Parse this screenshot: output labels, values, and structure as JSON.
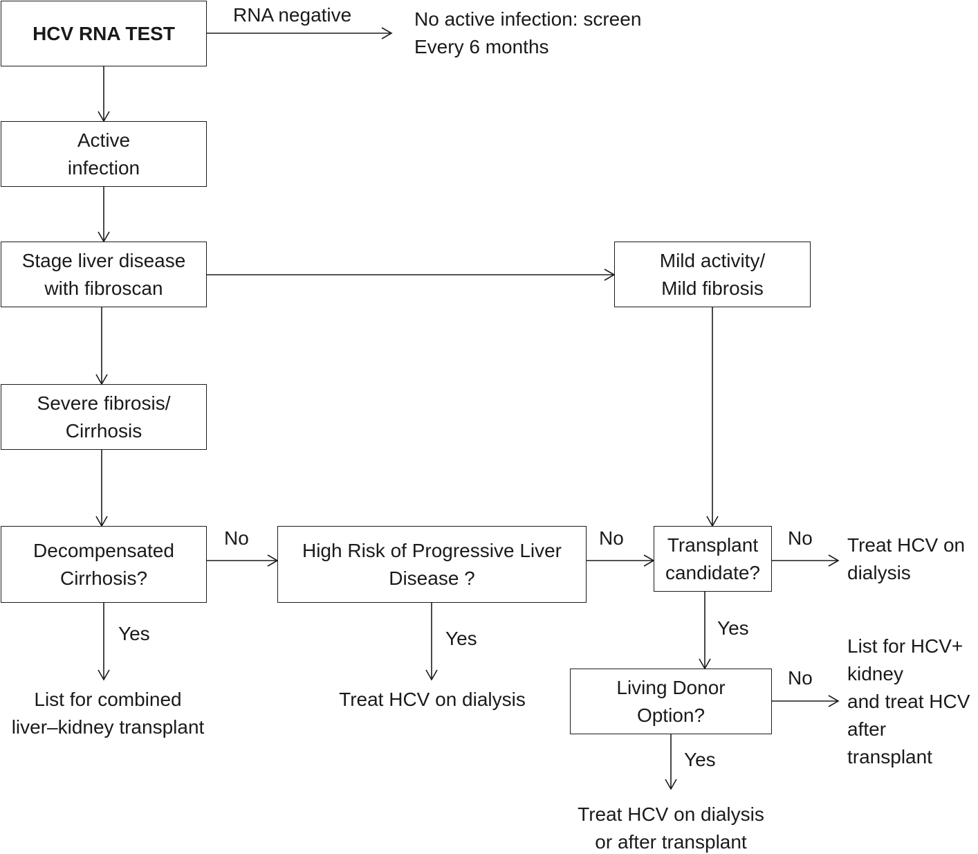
{
  "nodes": {
    "hcv_rna_test": "HCV RNA TEST",
    "active_infection": [
      "Active",
      "infection"
    ],
    "stage_liver": [
      "Stage liver disease",
      "with fibroscan"
    ],
    "mild_activity": [
      "Mild activity/",
      "Mild fibrosis"
    ],
    "severe_fibrosis": [
      "Severe fibrosis/",
      "Cirrhosis"
    ],
    "decompensated": [
      "Decompensated",
      "Cirrhosis?"
    ],
    "high_risk": [
      "High Risk of Progressive Liver",
      "Disease ?"
    ],
    "transplant_candidate": [
      "Transplant",
      "candidate?"
    ],
    "living_donor": [
      "Living Donor",
      "Option?"
    ]
  },
  "outcomes": {
    "no_active_infection": [
      "No active infection: screen",
      "Every 6 months"
    ],
    "list_combined": [
      "List for combined",
      "liver–kidney transplant"
    ],
    "treat_dialysis_mid": "Treat HCV on dialysis",
    "treat_dialysis_right": [
      "Treat HCV on",
      "dialysis"
    ],
    "list_hcv_kidney": [
      "List for HCV+",
      "kidney",
      "and treat HCV",
      "after",
      "transplant"
    ],
    "treat_dialysis_or_after": [
      "Treat HCV on dialysis",
      "or after transplant"
    ]
  },
  "edge_labels": {
    "rna_negative": "RNA negative",
    "no_1": "No",
    "no_2": "No",
    "no_3": "No",
    "no_4": "No",
    "yes_1": "Yes",
    "yes_2": "Yes",
    "yes_3": "Yes",
    "yes_4": "Yes"
  },
  "colors": {
    "line": "#1a1a1a",
    "background": "#ffffff"
  }
}
